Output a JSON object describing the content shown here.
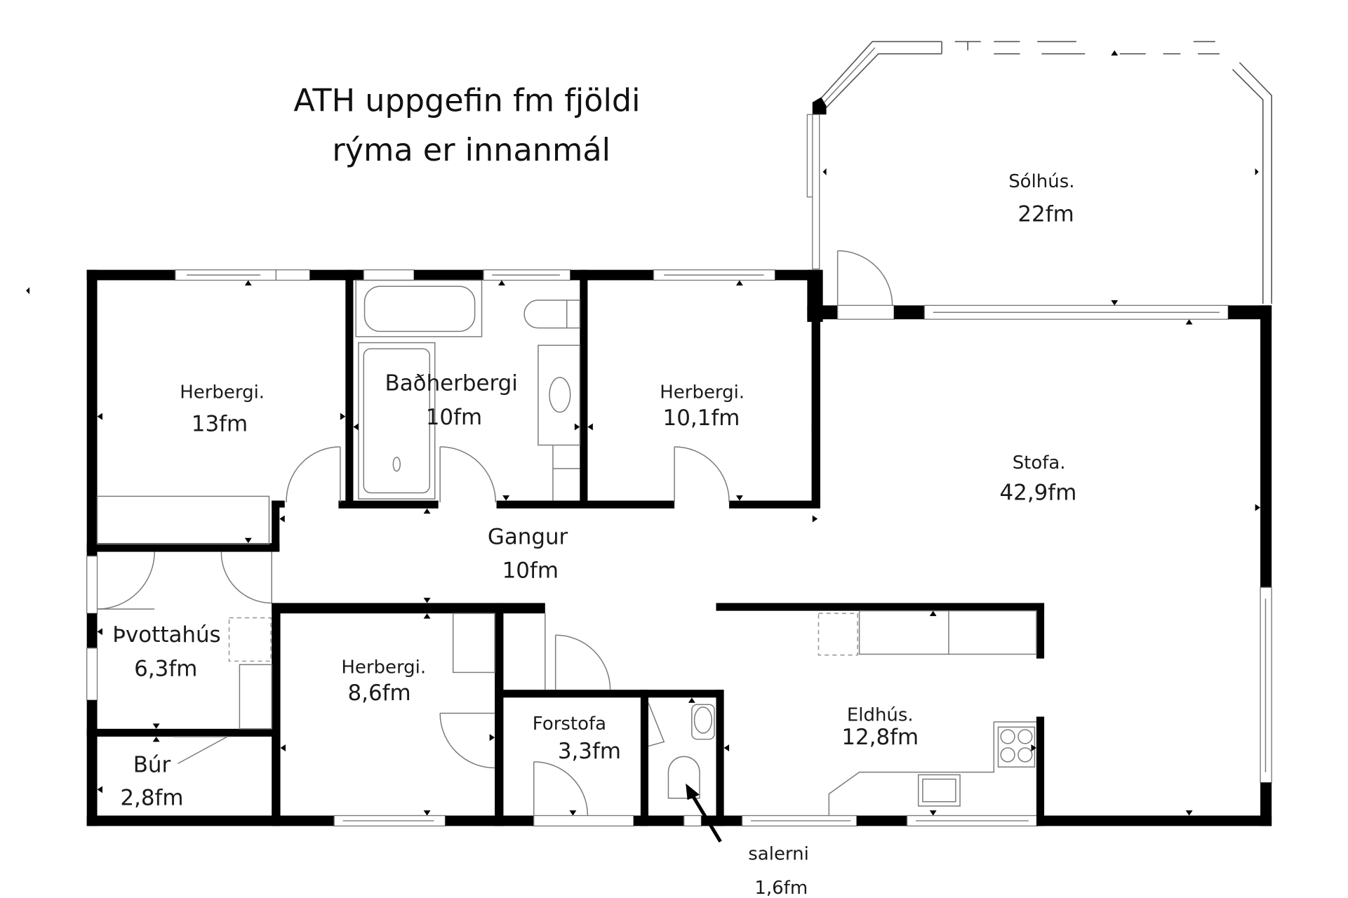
{
  "title": {
    "line1": "ATH uppgefin fm fjöldi",
    "line2": "rýma er innanmál"
  },
  "rooms": [
    {
      "id": "solhus",
      "name": "Sólhús.",
      "area": "22fm"
    },
    {
      "id": "herbergi-1",
      "name": "Herbergi.",
      "area": "13fm"
    },
    {
      "id": "badherbergi",
      "name": "Baðherbergi",
      "area": "10fm"
    },
    {
      "id": "herbergi-2",
      "name": "Herbergi.",
      "area": "10,1fm"
    },
    {
      "id": "stofa",
      "name": "Stofa.",
      "area": "42,9fm"
    },
    {
      "id": "gangur",
      "name": "Gangur",
      "area": "10fm"
    },
    {
      "id": "thvottahus",
      "name": "Þvottahús",
      "area": "6,3fm"
    },
    {
      "id": "herbergi-3",
      "name": "Herbergi.",
      "area": "8,6fm"
    },
    {
      "id": "forstofa",
      "name": "Forstofa",
      "area": "3,3fm"
    },
    {
      "id": "eldhus",
      "name": "Eldhús.",
      "area": "12,8fm"
    },
    {
      "id": "bur",
      "name": "Búr",
      "area": "2,8fm"
    },
    {
      "id": "salerni",
      "name": "salerni",
      "area": "1,6fm"
    }
  ],
  "colors": {
    "wall": "#000000",
    "fixture_line": "#7a7a7a",
    "background": "#ffffff"
  }
}
